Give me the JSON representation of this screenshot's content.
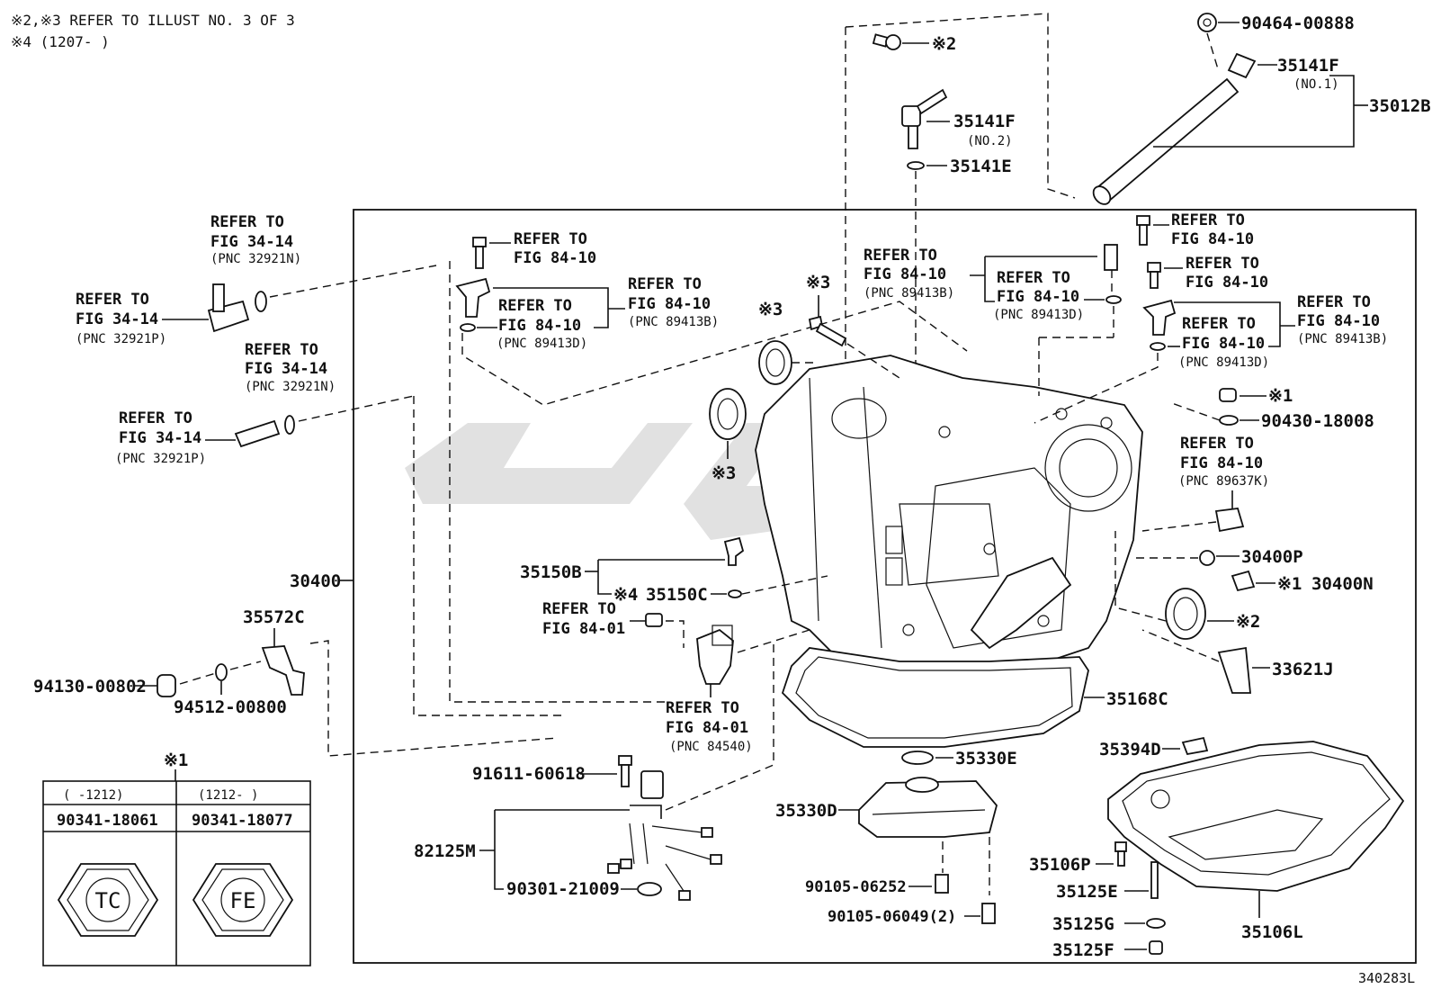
{
  "header": {
    "line1": "※2,※3 REFER TO ILLUST NO. 3 OF 3",
    "line2": "※4 (1207-     )"
  },
  "figure_id": "340283L",
  "refs": {
    "refer_to": "REFER TO",
    "fig_34_14": "FIG 34-14",
    "fig_84_10": "FIG 84-10",
    "fig_84_01": "FIG 84-01",
    "pnc_32921N": "(PNC 32921N)",
    "pnc_32921P": "(PNC 32921P)",
    "pnc_89413B": "(PNC 89413B)",
    "pnc_89413D": "(PNC 89413D)",
    "pnc_89637K": "(PNC 89637K)",
    "pnc_84540": "(PNC 84540)"
  },
  "marks": {
    "m1": "※1",
    "m2": "※2",
    "m3": "※3",
    "m4": "※4"
  },
  "parts": {
    "p90464": "90464-00888",
    "p35141F": "35141F",
    "no1": "(NO.1)",
    "no2": "(NO.2)",
    "p35012B": "35012B",
    "p35141E": "35141E",
    "p90430": "90430-18008",
    "p30400P": "30400P",
    "p30400N": "30400N",
    "p33621J": "33621J",
    "p35168C": "35168C",
    "p35394D": "35394D",
    "p35330E": "35330E",
    "p35330D": "35330D",
    "p35106P": "35106P",
    "p35125E": "35125E",
    "p35125G": "35125G",
    "p35125F": "35125F",
    "p35106L": "35106L",
    "p90105a": "90105-06252",
    "p90105b": "90105-06049(2)",
    "p91611": "91611-60618",
    "p82125M": "82125M",
    "p90301": "90301-21009",
    "p35150B": "35150B",
    "p35150C": "35150C",
    "p30400": "30400",
    "p35572C": "35572C",
    "p94130": "94130-00802",
    "p94512": "94512-00800"
  },
  "table": {
    "title_mark": "※1",
    "columns": [
      {
        "range": "(     -1212)",
        "part": "90341-18061",
        "plug": "TC"
      },
      {
        "range": "(1212-      )",
        "part": "90341-18077",
        "plug": "FE"
      }
    ]
  },
  "watermark": "سايت"
}
